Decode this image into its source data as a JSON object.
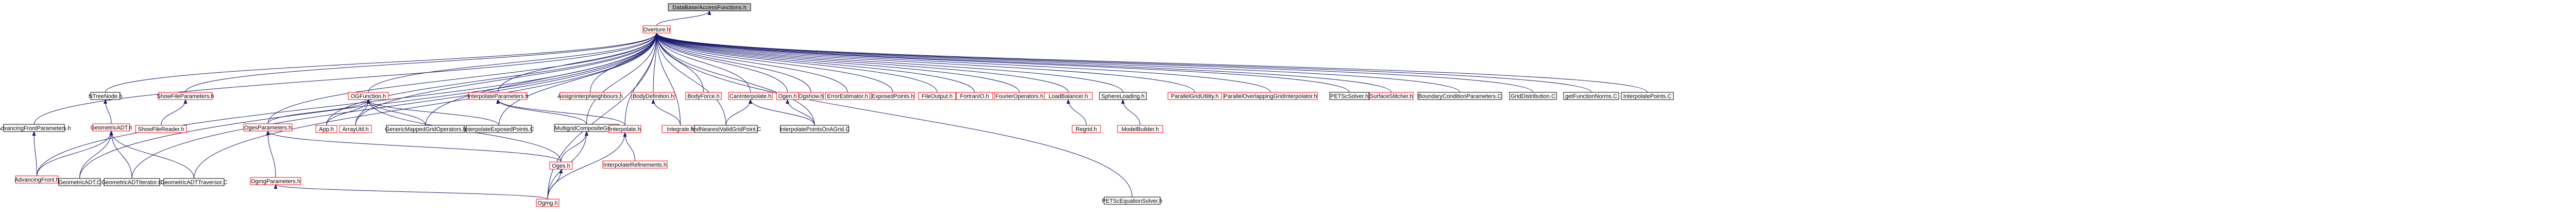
{
  "colors": {
    "edge": "#191970",
    "border_default": "#000000",
    "border_red": "#ff0000",
    "root_fill": "#bfbfbf",
    "background": "#ffffff"
  },
  "nodes": [
    {
      "id": "root",
      "label": "DataBase/AccessFunctions.h",
      "style": "root"
    },
    {
      "id": "overture",
      "label": "Overture.h",
      "style": "red"
    },
    {
      "id": "advfront_params",
      "label": "AdvancingFrontParameters.h",
      "style": "black"
    },
    {
      "id": "advfront",
      "label": "AdvancingFront.h",
      "style": "red"
    },
    {
      "id": "ntreenode",
      "label": "NTreeNode.h",
      "style": "black"
    },
    {
      "id": "geomadt",
      "label": "GeometricADT.h",
      "style": "red"
    },
    {
      "id": "geomadt_c",
      "label": "GeometricADT.C",
      "style": "black"
    },
    {
      "id": "geomadt_iter",
      "label": "GeometricADTIterator.C",
      "style": "black"
    },
    {
      "id": "geomadt_trav",
      "label": "GeometricADTTraversor.C",
      "style": "black"
    },
    {
      "id": "showfile_params",
      "label": "ShowFileParameters.h",
      "style": "red"
    },
    {
      "id": "showfile_reader",
      "label": "ShowFileReader.h",
      "style": "red"
    },
    {
      "id": "ogesparams",
      "label": "OgesParameters.h",
      "style": "red"
    },
    {
      "id": "ogmgparams",
      "label": "OgmgParameters.h",
      "style": "red"
    },
    {
      "id": "oges",
      "label": "Oges.h",
      "style": "red"
    },
    {
      "id": "ogmg",
      "label": "Ogmg.h",
      "style": "red"
    },
    {
      "id": "app",
      "label": "App.h",
      "style": "red"
    },
    {
      "id": "arrayutil",
      "label": "ArrayUtil.h",
      "style": "red"
    },
    {
      "id": "ogfunction",
      "label": "OGFunction.h",
      "style": "red"
    },
    {
      "id": "genmapped",
      "label": "GenericMappedGridOperators.h",
      "style": "black"
    },
    {
      "id": "interp_exposed",
      "label": "InterpolateExposedPoints.C",
      "style": "black"
    },
    {
      "id": "interp_params",
      "label": "InterpolateParameters.h",
      "style": "red"
    },
    {
      "id": "multigrid",
      "label": "MultigridCompositeGrid.h",
      "style": "black"
    },
    {
      "id": "interpolate",
      "label": "Interpolate.h",
      "style": "red"
    },
    {
      "id": "interp_refine",
      "label": "InterpolateRefinements.h",
      "style": "red"
    },
    {
      "id": "assign_nb",
      "label": "AssignInterpNeighbours.h",
      "style": "red"
    },
    {
      "id": "bodydef",
      "label": "BodyDefinition.h",
      "style": "red"
    },
    {
      "id": "integrate",
      "label": "Integrate.h",
      "style": "red"
    },
    {
      "id": "bodyforce",
      "label": "BodyForce.h",
      "style": "red"
    },
    {
      "id": "cannterp",
      "label": "CanInterpolate.h",
      "style": "red"
    },
    {
      "id": "findnearest",
      "label": "findNearestValidGridPoint.C",
      "style": "black"
    },
    {
      "id": "interp_pts_grid",
      "label": "InterpolatePointsOnAGrid.C",
      "style": "black"
    },
    {
      "id": "ogen",
      "label": "Ogen.h",
      "style": "red"
    },
    {
      "id": "ogshow",
      "label": "Ogshow.h",
      "style": "red"
    },
    {
      "id": "errorest",
      "label": "ErrorEstimator.h",
      "style": "red"
    },
    {
      "id": "exposed",
      "label": "ExposedPoints.h",
      "style": "red"
    },
    {
      "id": "fileoutput",
      "label": "FileOutput.h",
      "style": "red"
    },
    {
      "id": "fortranio",
      "label": "FortranIO.h",
      "style": "red"
    },
    {
      "id": "fourierops",
      "label": "FourierOperators.h",
      "style": "red"
    },
    {
      "id": "loadbalancer",
      "label": "LoadBalancer.h",
      "style": "red"
    },
    {
      "id": "regrid",
      "label": "Regrid.h",
      "style": "red"
    },
    {
      "id": "sphereloading",
      "label": "SphereLoading.h",
      "style": "black"
    },
    {
      "id": "modelbuilder",
      "label": "ModelBuilder.h",
      "style": "red"
    },
    {
      "id": "pargridutil",
      "label": "ParallelGridUtility.h",
      "style": "red"
    },
    {
      "id": "paroverlap",
      "label": "ParallelOverlappingGridInterpolator.h",
      "style": "red"
    },
    {
      "id": "petscsolver",
      "label": "PETScSolver.h",
      "style": "black"
    },
    {
      "id": "surfstitch",
      "label": "SurfaceStitcher.h",
      "style": "red"
    },
    {
      "id": "boundary",
      "label": "BoundaryConditionParameters.C",
      "style": "black"
    },
    {
      "id": "griddist",
      "label": "GridDistribution.C",
      "style": "black"
    },
    {
      "id": "getfuncnorms",
      "label": "getFunctionNorms.C",
      "style": "black"
    },
    {
      "id": "interp_pts",
      "label": "InterpolatePoints.C",
      "style": "black"
    },
    {
      "id": "petsc_eq",
      "label": "PETScEquationSolver.h",
      "style": "black"
    }
  ]
}
